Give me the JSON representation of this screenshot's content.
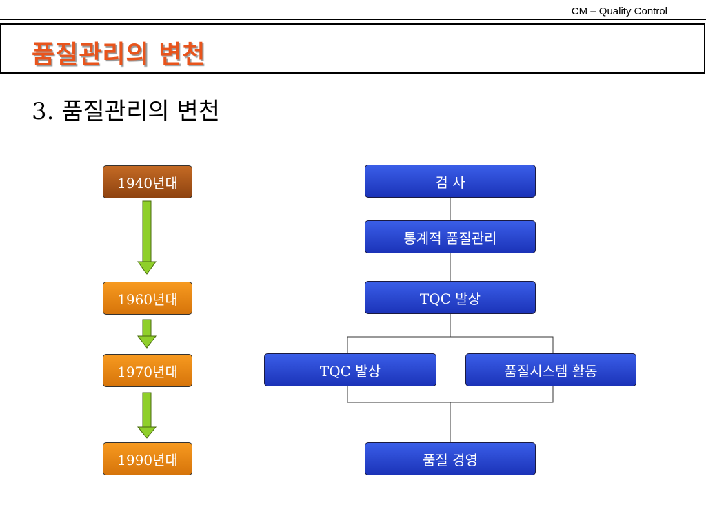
{
  "header": {
    "label": "CM – Quality Control"
  },
  "title": "품질관리의 변천",
  "subtitle": "3. 품질관리의 변천",
  "eras": [
    "1940년대",
    "1960년대",
    "1970년대",
    "1990년대"
  ],
  "stages": {
    "s1": "검 사",
    "s2": "통계적 품질관리",
    "s3": "TQC 발상",
    "s4a": "TQC 발상",
    "s4b": "품질시스템 활동",
    "s5": "품질 경영"
  },
  "colors": {
    "title": "#e8541c",
    "era_dark": "#a0521a",
    "era_orange": "#f08a12",
    "stage_blue": "#2a48d8",
    "arrow_green": "#8fcf2a"
  }
}
